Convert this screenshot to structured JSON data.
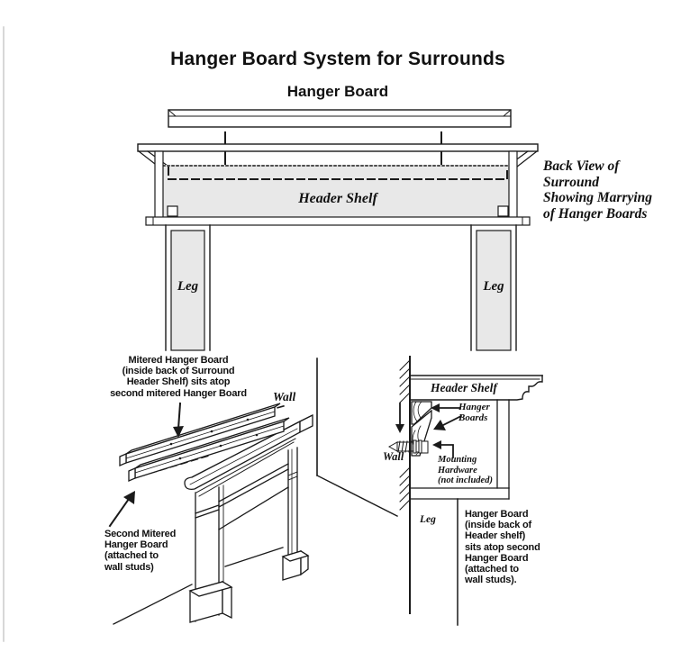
{
  "title": "Hanger Board System for Surrounds",
  "colors": {
    "line": "#1a1a1a",
    "panel_gray": "#e8e8e8",
    "page_edge": "#cccccc"
  },
  "top_view": {
    "hanger_board_label": "Hanger Board",
    "header_shelf_label": "Header Shelf",
    "left_leg_label": "Leg",
    "right_leg_label": "Leg",
    "caption": "Back View of\nSurround\nShowing Marrying\nof Hanger Boards"
  },
  "isometric_view": {
    "top_note": "Mitered Hanger Board\n(inside back of Surround\nHeader Shelf) sits atop\nsecond mitered Hanger Board",
    "wall_label": "Wall",
    "bottom_note": "Second Mitered\nHanger Board\n(attached to\nwall studs)"
  },
  "section_view": {
    "header_shelf_label": "Header Shelf",
    "hanger_boards_label": "Hanger\nBoards",
    "wall_label": "Wall",
    "mounting_hardware_label": "Mounting\nHardware\n(not included)",
    "leg_label": "Leg",
    "note": "Hanger Board\n(inside back of\nHeader shelf)\nsits atop second\nHanger Board\n(attached to\nwall studs)."
  }
}
